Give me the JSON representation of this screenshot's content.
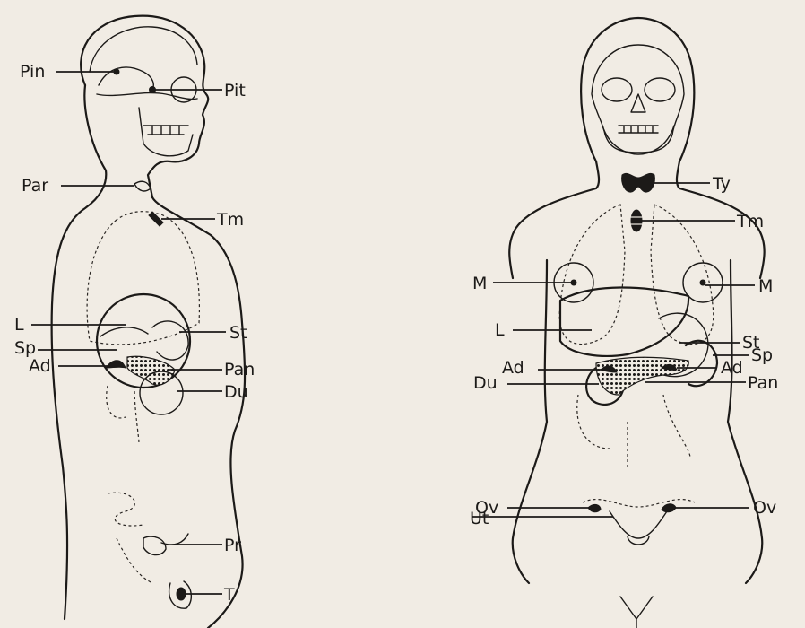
{
  "labels": {
    "left": {
      "pin": "Pin",
      "pit": "Pit",
      "par": "Par",
      "tm": "Tm",
      "l": "L",
      "st": "St",
      "sp": "Sp",
      "ad": "Ad",
      "pan": "Pan",
      "du": "Du",
      "pr": "Pr",
      "t": "T"
    },
    "right": {
      "ty": "Ty",
      "tm": "Tm",
      "m_left": "M",
      "m_right": "M",
      "l": "L",
      "st": "St",
      "sp": "Sp",
      "ad_left": "Ad",
      "ad_right": "Ad",
      "du": "Du",
      "pan": "Pan",
      "ut": "Ut",
      "ov_left": "Ov",
      "ov_right": "Ov"
    }
  },
  "colors": {
    "paper": "#f1ece4",
    "ink": "#1c1a18"
  }
}
